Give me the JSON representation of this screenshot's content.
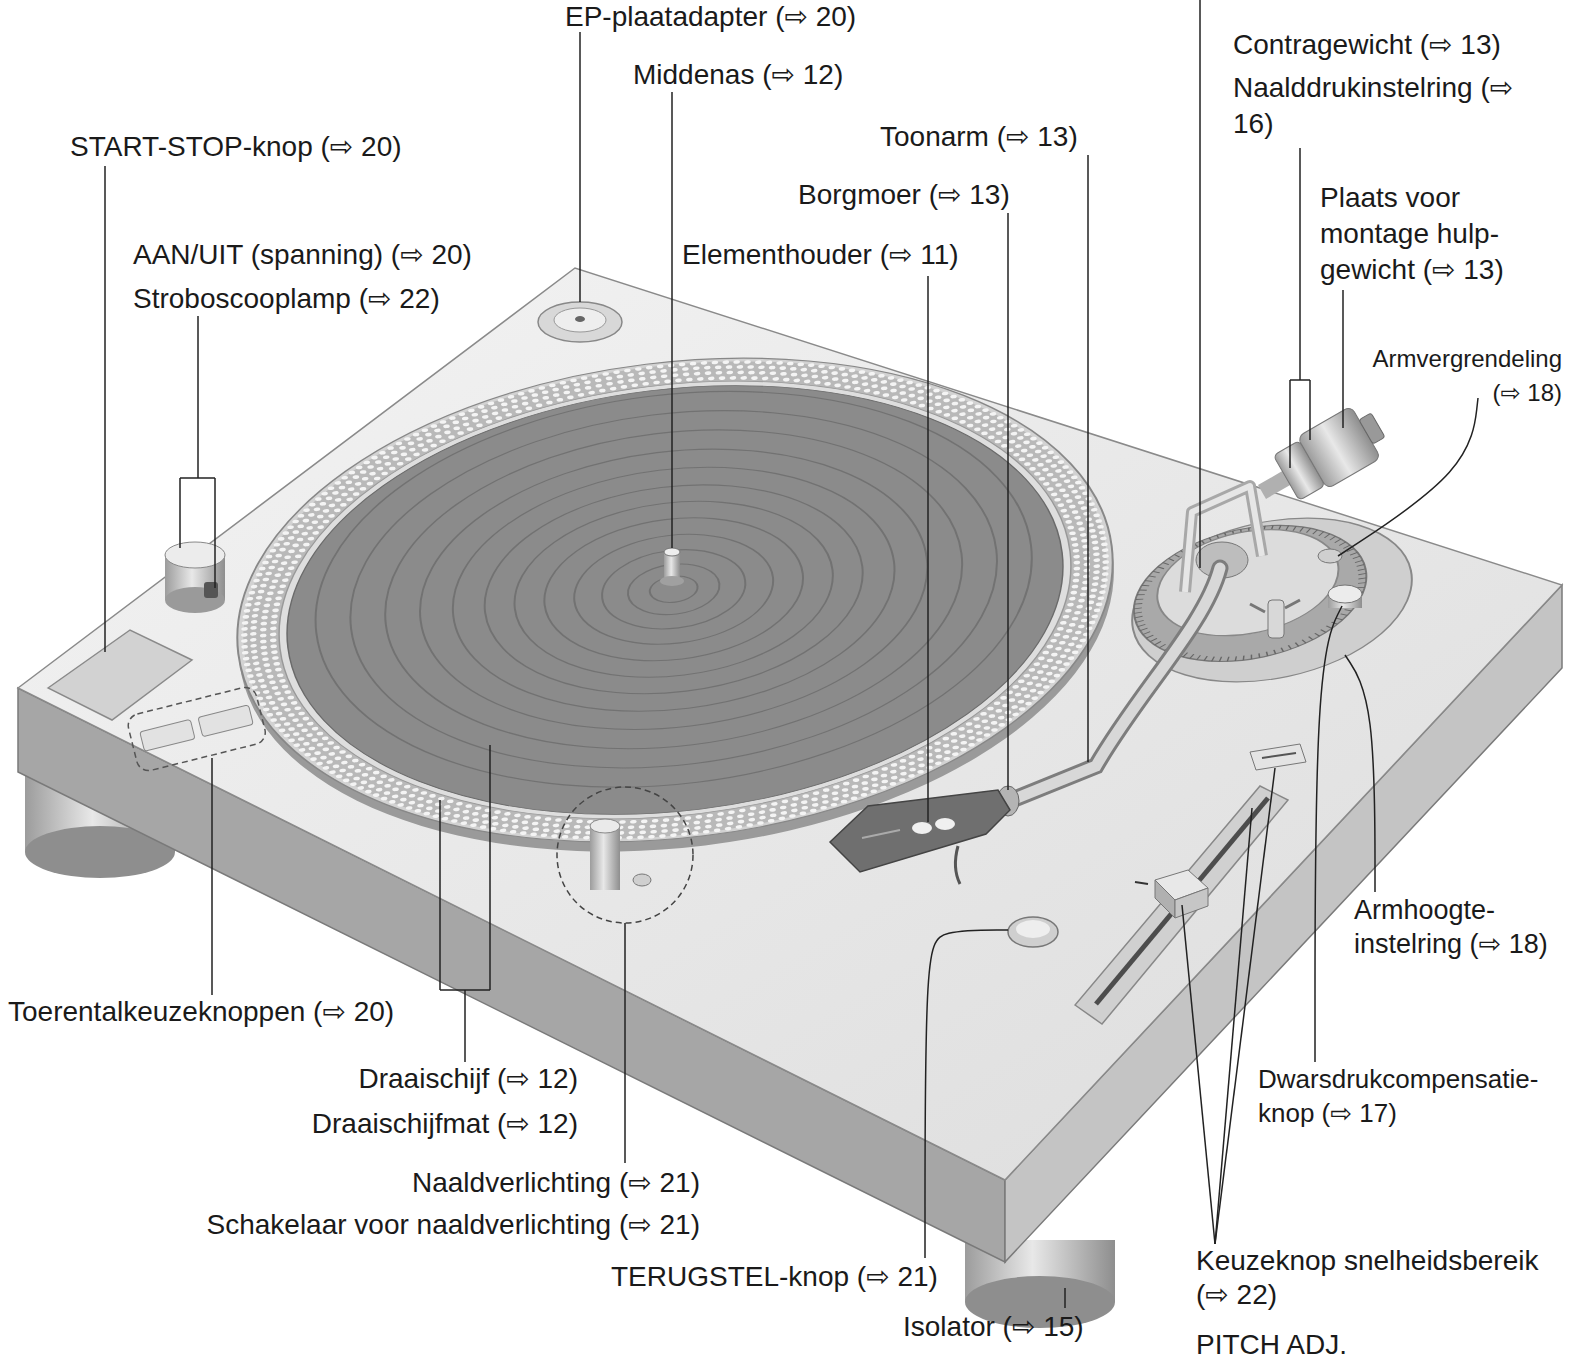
{
  "diagram": {
    "labels": [
      "EP-plaatadapter (⇨ 20)",
      "Middenas (⇨ 12)",
      "START-STOP-knop (⇨ 20)",
      "Toonarm (⇨ 13)",
      "Borgmoer (⇨ 13)",
      "AAN/UIT (spanning) (⇨ 20)",
      "Stroboscooplamp (⇨ 22)",
      "Elementhouder (⇨ 11)",
      "Contragewicht (⇨ 13)",
      "Naalddrukinstelring (⇨ 16)",
      "Plaats voor montage hulp- gewicht (⇨ 13)",
      "Armvergrendeling (⇨ 18)",
      "Armhoogte- instelring (⇨ 18)",
      "Toerentalkeuzeknoppen (⇨ 20)",
      "Draaischijf (⇨ 12)",
      "Draaischijfmat (⇨ 12)",
      "Naaldverlichting (⇨ 21)",
      "Schakelaar voor naaldverlichting (⇨ 21)",
      "Dwarsdrukcompensatie- knop (⇨ 17)",
      "TERUGSTEL-knop (⇨ 21)",
      "Keuzeknop snelheidsbereik (⇨ 22)",
      "Isolator (⇨ 15)",
      "PITCH ADJ."
    ]
  }
}
